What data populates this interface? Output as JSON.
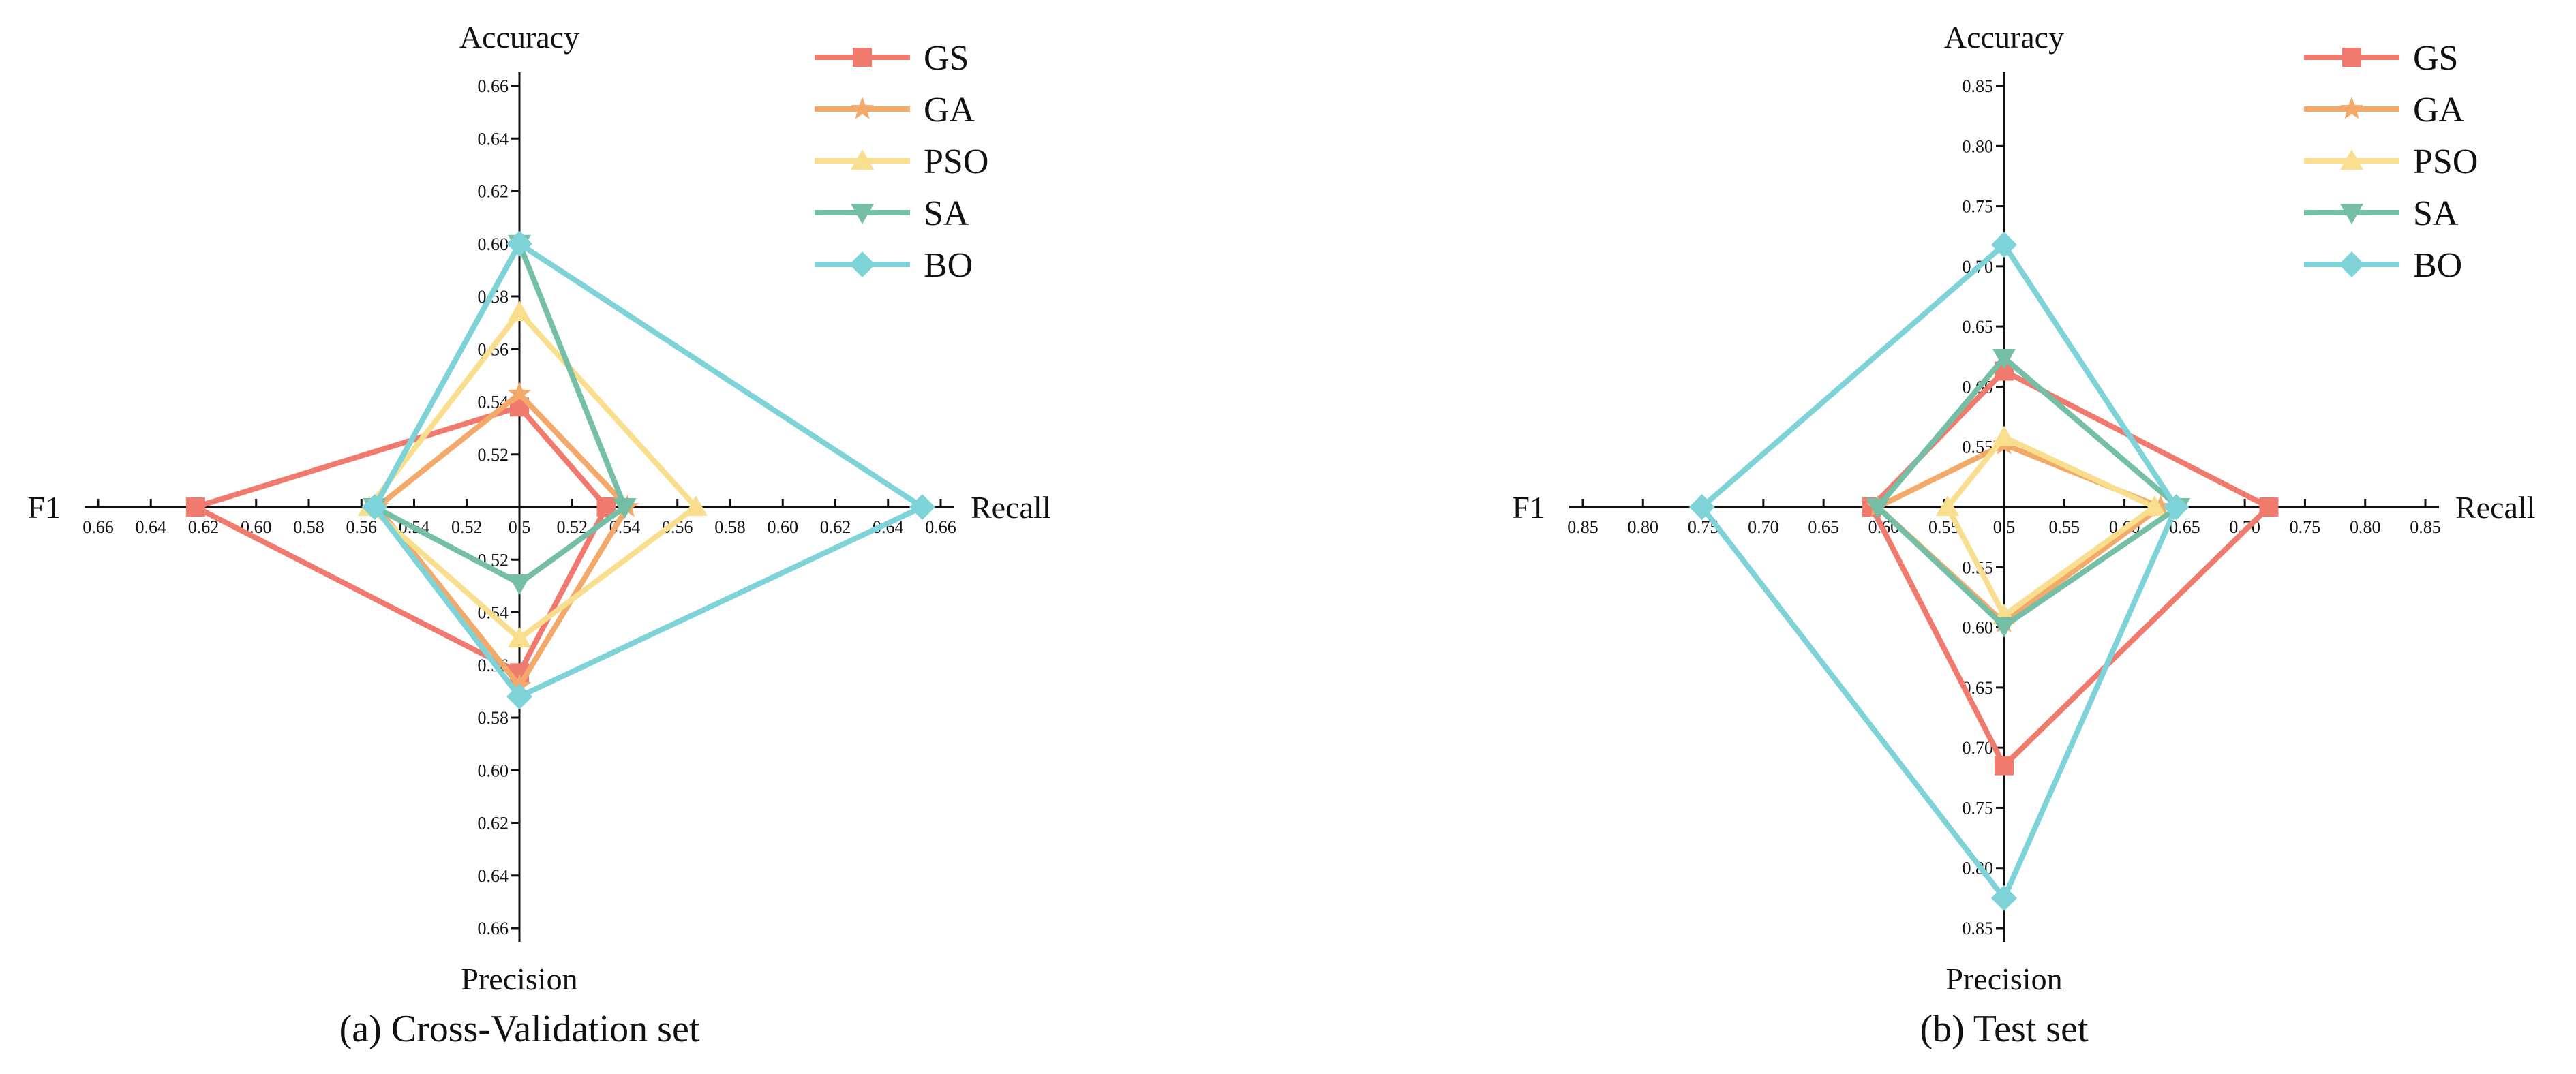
{
  "chart_data": [
    {
      "type": "radar",
      "caption": "(a) Cross-Validation set",
      "axes": [
        "Accuracy",
        "Recall",
        "Precision",
        "F1"
      ],
      "radial_range": [
        0.5,
        0.66
      ],
      "ticks": [
        "0.5",
        "0.52",
        "0.54",
        "0.56",
        "0.58",
        "0.60",
        "0.62",
        "0.64",
        "0.66"
      ],
      "legend_position": "top-right",
      "series": [
        {
          "name": "GS",
          "values": {
            "Accuracy": 0.538,
            "Recall": 0.533,
            "Precision": 0.563,
            "F1": 0.623
          },
          "color": "#F07A6E",
          "marker": "square"
        },
        {
          "name": "GA",
          "values": {
            "Accuracy": 0.543,
            "Recall": 0.541,
            "Precision": 0.568,
            "F1": 0.554
          },
          "color": "#F2A96A",
          "marker": "star"
        },
        {
          "name": "PSO",
          "values": {
            "Accuracy": 0.574,
            "Recall": 0.567,
            "Precision": 0.55,
            "F1": 0.557
          },
          "color": "#F9DE8D",
          "marker": "triangle-up"
        },
        {
          "name": "SA",
          "values": {
            "Accuracy": 0.6,
            "Recall": 0.54,
            "Precision": 0.529,
            "F1": 0.555
          },
          "color": "#74BFA6",
          "marker": "triangle-down"
        },
        {
          "name": "BO",
          "values": {
            "Accuracy": 0.6,
            "Recall": 0.653,
            "Precision": 0.572,
            "F1": 0.555
          },
          "color": "#7DD3D8",
          "marker": "diamond"
        }
      ]
    },
    {
      "type": "radar",
      "caption": "(b) Test set",
      "axes": [
        "Accuracy",
        "Recall",
        "Precision",
        "F1"
      ],
      "radial_range": [
        0.5,
        0.85
      ],
      "ticks": [
        "0.5",
        "0.55",
        "0.60",
        "0.65",
        "0.70",
        "0.75",
        "0.80",
        "0.85"
      ],
      "legend_position": "top-right",
      "series": [
        {
          "name": "GS",
          "values": {
            "Accuracy": 0.613,
            "Recall": 0.72,
            "Precision": 0.715,
            "F1": 0.61
          },
          "color": "#F07A6E",
          "marker": "square"
        },
        {
          "name": "GA",
          "values": {
            "Accuracy": 0.552,
            "Recall": 0.63,
            "Precision": 0.596,
            "F1": 0.605
          },
          "color": "#F2A96A",
          "marker": "star"
        },
        {
          "name": "PSO",
          "values": {
            "Accuracy": 0.558,
            "Recall": 0.625,
            "Precision": 0.59,
            "F1": 0.547
          },
          "color": "#F9DE8D",
          "marker": "triangle-up"
        },
        {
          "name": "SA",
          "values": {
            "Accuracy": 0.624,
            "Recall": 0.645,
            "Precision": 0.599,
            "F1": 0.605
          },
          "color": "#74BFA6",
          "marker": "triangle-down"
        },
        {
          "name": "BO",
          "values": {
            "Accuracy": 0.718,
            "Recall": 0.643,
            "Precision": 0.825,
            "F1": 0.751
          },
          "color": "#7DD3D8",
          "marker": "diamond"
        }
      ]
    }
  ]
}
